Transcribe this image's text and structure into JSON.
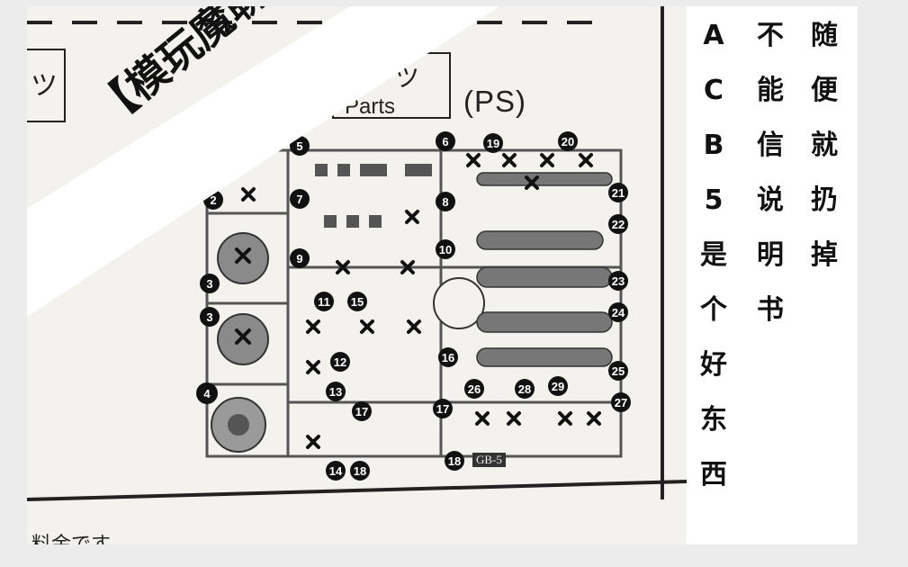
{
  "banner": {
    "text": "【模玩魔聊】"
  },
  "instruction": {
    "ps_label": "(PS)",
    "parts_label": "Parts",
    "katakana_left": "ツ",
    "katakana_right": "ツ",
    "bottom_text": "料金です",
    "runner_code": "GB-5",
    "part_numbers": [
      "2",
      "3",
      "3",
      "4",
      "5",
      "6",
      "7",
      "8",
      "9",
      "10",
      "11",
      "12",
      "13",
      "14",
      "15",
      "16",
      "17",
      "17",
      "18",
      "18",
      "19",
      "20",
      "21",
      "22",
      "23",
      "24",
      "25",
      "26",
      "27",
      "28",
      "29"
    ]
  },
  "side_caption": {
    "col1": [
      "A",
      "C",
      "B",
      "5",
      "是",
      "个",
      "好",
      "东",
      "西"
    ],
    "col2": [
      "不",
      "能",
      "信",
      "说",
      "明",
      "书"
    ],
    "col3": [
      "随",
      "便",
      "就",
      "扔",
      "掉"
    ]
  }
}
